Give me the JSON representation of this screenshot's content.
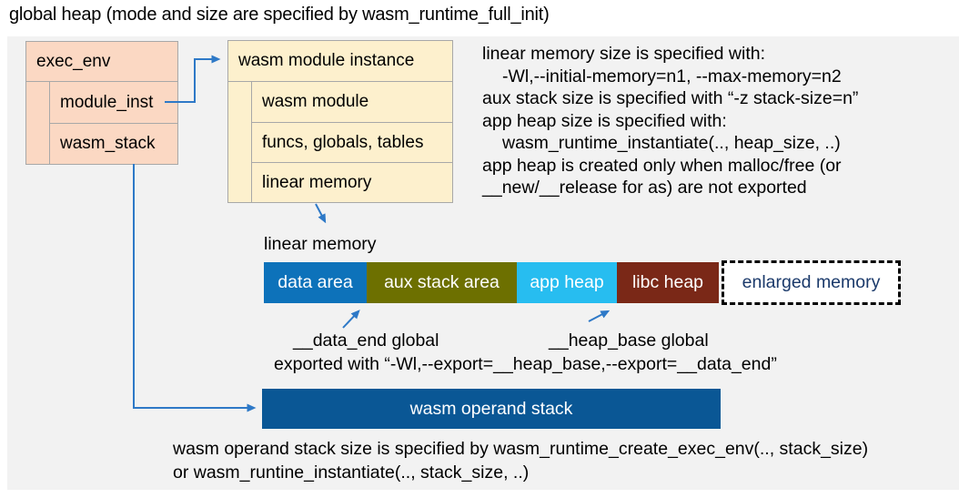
{
  "title": "global heap (mode and size are specified by wasm_runtime_full_init)",
  "exec_env": {
    "header": "exec_env",
    "rows": [
      "module_inst",
      "wasm_stack"
    ]
  },
  "module_instance": {
    "header": "wasm module instance",
    "rows": [
      "wasm module",
      "funcs, globals, tables",
      "linear memory"
    ]
  },
  "notes_right": {
    "lines": [
      "linear memory size is specified with:",
      "-Wl,--initial-memory=n1, --max-memory=n2",
      "aux stack size is specified with “-z stack-size=n”",
      "app heap size is specified with:",
      "wasm_runtime_instantiate(.., heap_size, ..)",
      "app heap is created only when malloc/free (or",
      "__new/__release for as) are not exported"
    ]
  },
  "linear_memory": {
    "label": "linear memory",
    "segments": [
      {
        "label": "data area",
        "color": "#0d72ba"
      },
      {
        "label": "aux stack area",
        "color": "#6d7000"
      },
      {
        "label": "app heap",
        "color": "#27bdf0"
      },
      {
        "label": "libc heap",
        "color": "#7a2817"
      },
      {
        "label": "enlarged memory",
        "color": "#ffffff"
      }
    ],
    "data_end_label": "__data_end global",
    "heap_base_label": "__heap_base global",
    "export_note": "exported with “-Wl,--export=__heap_base,--export=__data_end”"
  },
  "operand_stack": {
    "label": "wasm operand stack",
    "color": "#0a5795",
    "note_lines": [
      "wasm operand stack size is specified by wasm_runtime_create_exec_env(.., stack_size)",
      "or wasm_runtine_instantiate(.., stack_size, ..)"
    ]
  },
  "colors": {
    "panel_bg": "#f2f2f2",
    "struct_salmon": "#fbd8c3",
    "struct_cream": "#fdf0cd",
    "struct_border": "#a8a8a8",
    "arrow_blue": "#2e79c7",
    "enlarged_text": "#1b3a6b"
  }
}
